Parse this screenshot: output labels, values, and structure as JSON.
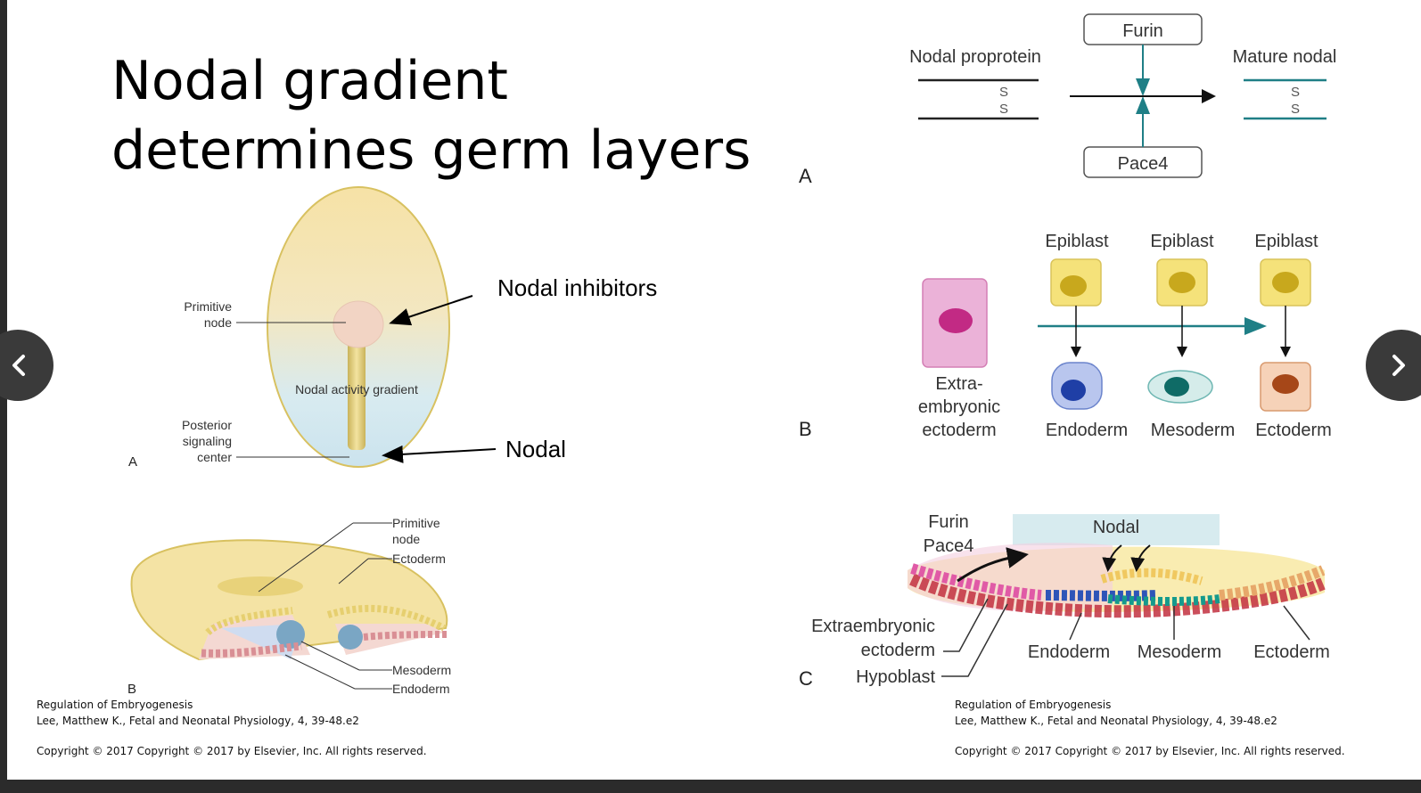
{
  "slide": {
    "title_line1": "Nodal gradient",
    "title_line2": "determines germ layers"
  },
  "left_figure": {
    "panel_a": {
      "label": "A",
      "primitive_node_1": "Primitive",
      "primitive_node_2": "node",
      "gradient_label": "Nodal activity gradient",
      "posterior_1": "Posterior",
      "posterior_2": "signaling",
      "posterior_3": "center",
      "nodal_inhibitors": "Nodal inhibitors",
      "nodal": "Nodal"
    },
    "panel_b": {
      "label": "B",
      "primitive_node_1": "Primitive",
      "primitive_node_2": "node",
      "ectoderm": "Ectoderm",
      "mesoderm": "Mesoderm",
      "endoderm": "Endoderm"
    }
  },
  "right_figure": {
    "panel_a": {
      "label": "A",
      "furin": "Furin",
      "pace4": "Pace4",
      "proprotein": "Nodal proprotein",
      "mature": "Mature nodal",
      "s": "S"
    },
    "panel_b": {
      "label": "B",
      "epiblast": [
        "Epiblast",
        "Epiblast",
        "Epiblast"
      ],
      "extra_1": "Extra-",
      "extra_2": "embryonic",
      "extra_3": "ectoderm",
      "endoderm": "Endoderm",
      "mesoderm": "Mesoderm",
      "ectoderm": "Ectoderm"
    },
    "panel_c": {
      "label": "C",
      "nodal": "Nodal",
      "furin": "Furin",
      "pace4": "Pace4",
      "extraembryonic": "Extraembryonic",
      "ectoderm_line": "ectoderm",
      "hypoblast": "Hypoblast",
      "endoderm": "Endoderm",
      "mesoderm": "Mesoderm",
      "ectoderm": "Ectoderm"
    }
  },
  "credits": {
    "left": {
      "line1": "Regulation of Embryogenesis",
      "line2": "Lee, Matthew K., Fetal and Neonatal Physiology, 4, 39-48.e2",
      "line3": "Copyright ©  2017   Copyright © 2017 by Elsevier, Inc. All rights reserved."
    },
    "right": {
      "line1": "Regulation of Embryogenesis",
      "line2": "Lee, Matthew K., Fetal and Neonatal Physiology, 4, 39-48.e2",
      "line3": "Copyright ©  2017   Copyright © 2017 by Elsevier, Inc. All rights reserved."
    }
  },
  "nav": {
    "prev_icon": "chevron-left-icon",
    "next_icon": "chevron-right-icon"
  },
  "colors": {
    "teal": "#1f7f86",
    "embryo_yellow": "#f6e3a8",
    "embryo_blue": "#cfe6ef",
    "epiblast_yellow": "#f3dc74",
    "pink": "#e7a6cf"
  }
}
